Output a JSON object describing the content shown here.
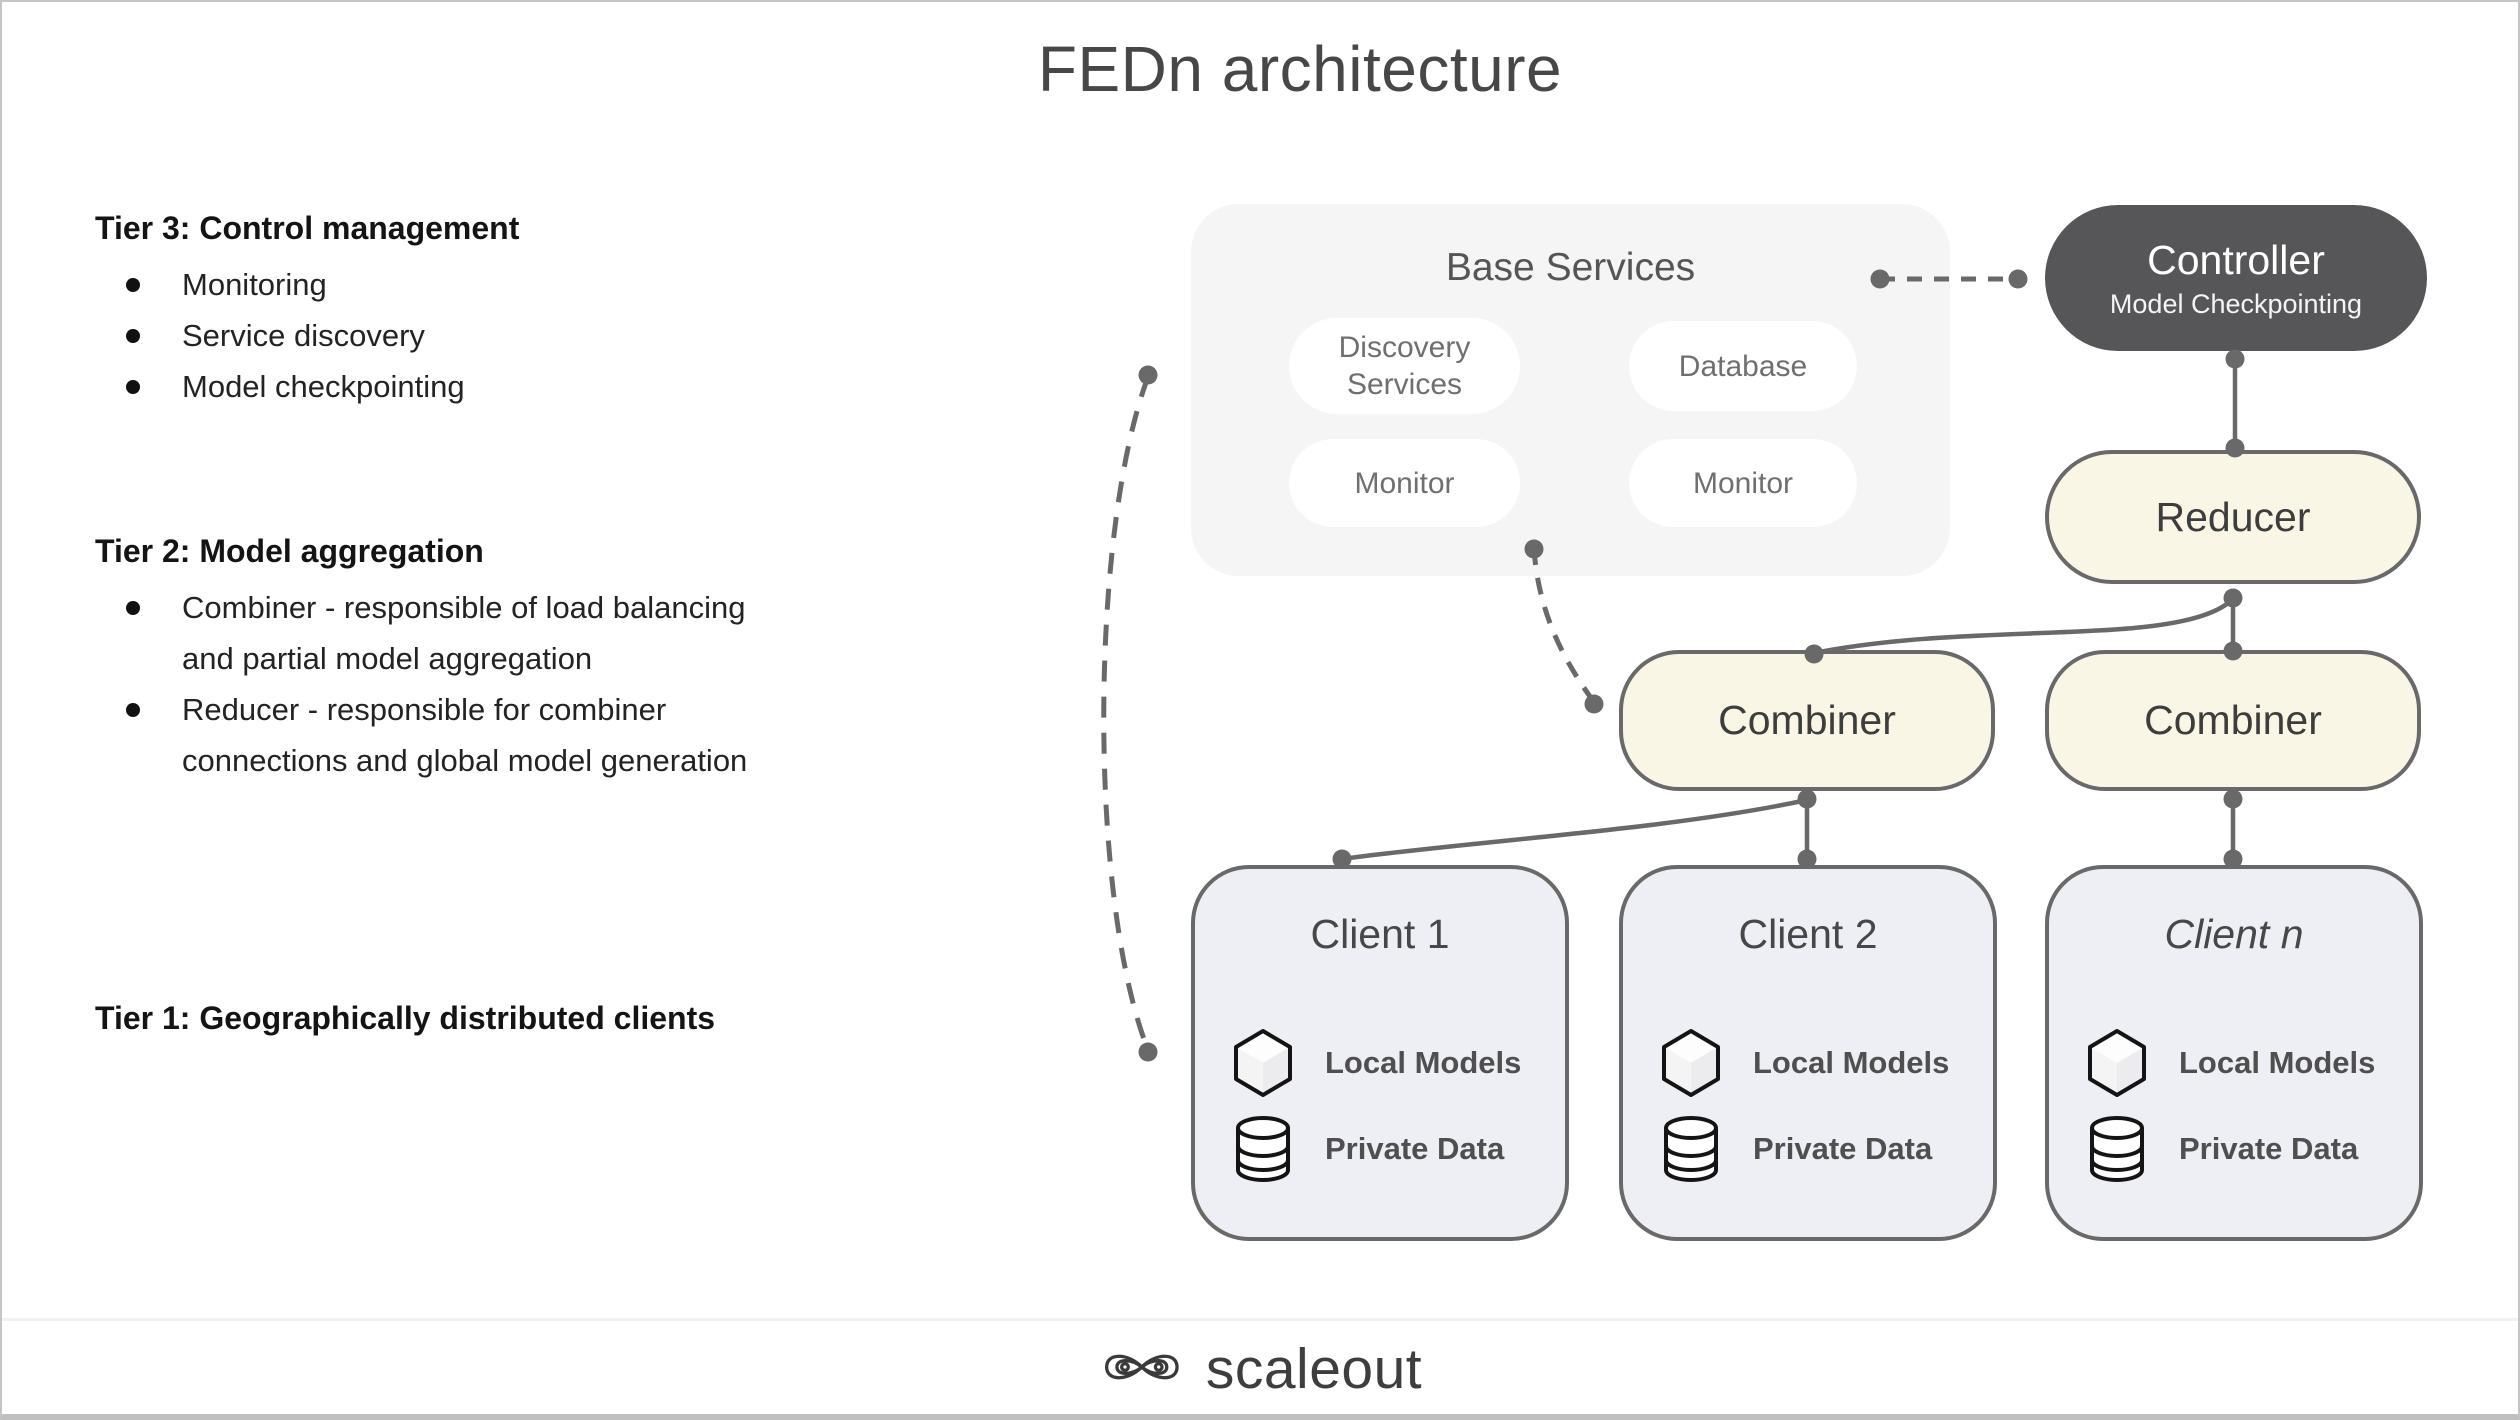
{
  "page": {
    "title": "FEDn architecture",
    "footer_brand": "scaleout"
  },
  "tiers": {
    "tier3": {
      "heading": "Tier 3: Control management",
      "items": [
        "Monitoring",
        "Service discovery",
        "Model checkpointing"
      ]
    },
    "tier2": {
      "heading": "Tier 2: Model aggregation",
      "items": [
        {
          "lines": [
            "Combiner - responsible of load balancing",
            "and partial model aggregation"
          ]
        },
        {
          "lines": [
            "Reducer - responsible for combiner",
            "connections and global model generation"
          ]
        }
      ]
    },
    "tier1": {
      "heading": "Tier 1: Geographically distributed clients"
    }
  },
  "diagram": {
    "base_services": {
      "title": "Base Services",
      "pills": [
        "Discovery Services",
        "Database",
        "Monitor",
        "Monitor"
      ]
    },
    "controller": {
      "title": "Controller",
      "subtitle": "Model Checkpointing"
    },
    "reducer": {
      "label": "Reducer"
    },
    "combiner_left": {
      "label": "Combiner"
    },
    "combiner_right": {
      "label": "Combiner"
    },
    "clients": [
      {
        "title": "Client 1",
        "local_models_label": "Local Models",
        "private_data_label": "Private Data"
      },
      {
        "title": "Client 2",
        "local_models_label": "Local Models",
        "private_data_label": "Private Data"
      },
      {
        "title": "Client n",
        "local_models_label": "Local Models",
        "private_data_label": "Private Data"
      }
    ]
  },
  "icons": {
    "local_models": "cube-hexagon-icon",
    "private_data": "database-icon",
    "brand": "infinity-spiral-icon"
  },
  "colors": {
    "controller_bg": "#565557",
    "aggregator_fill": "#faf6e6",
    "client_fill": "#edeff5",
    "base_services_fill": "#f5f5f6",
    "connector": "#696969",
    "text_dark": "#1d1d1d",
    "text_muted": "#6f6f6f",
    "page_border": "#c5c5c5"
  }
}
